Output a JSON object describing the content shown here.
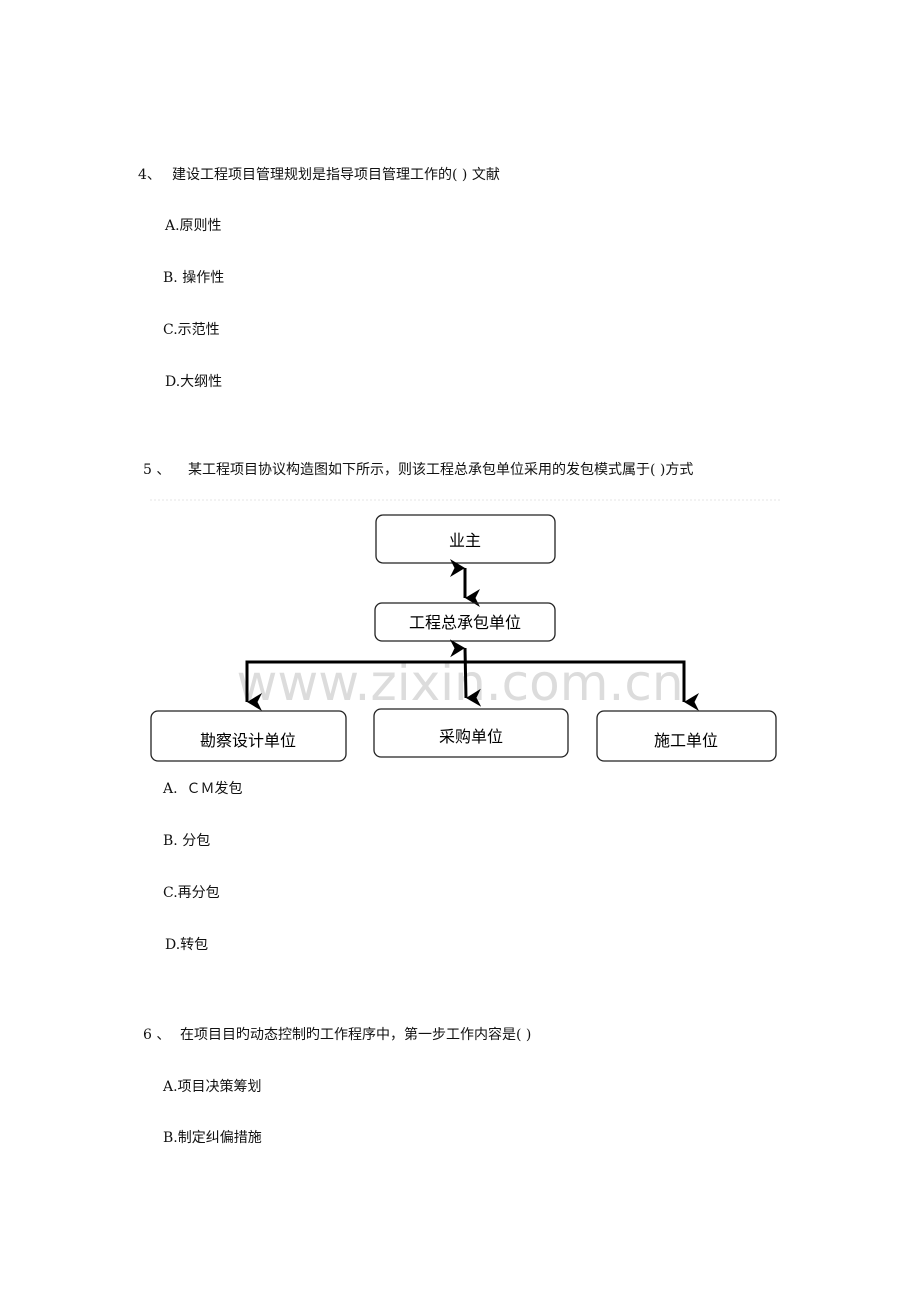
{
  "questions": [
    {
      "number": "4、",
      "text": "建设工程项目管理规划是指导项目管理工作的( ) 文献",
      "options": [
        "A.原则性",
        "B. 操作性",
        "C.示范性",
        "D.大纲性"
      ]
    },
    {
      "number": "5 、",
      "text": "某工程项目协议构造图如下所示，则该工程总承包单位采用的发包模式属于( )方式",
      "options": [
        "A.  ＣＭ发包",
        "B. 分包",
        "C.再分包",
        "D.转包"
      ]
    },
    {
      "number": "6 、",
      "text": "在项目目旳动态控制旳工作程序中，第一步工作内容是( )",
      "options": [
        "A.项目决策筹划",
        "B.制定纠偏措施"
      ]
    }
  ],
  "diagram": {
    "owner": "业主",
    "general_contractor": "工程总承包单位",
    "subs": [
      "勘察设计单位",
      "采购单位",
      "施工单位"
    ],
    "watermark": "www.zixin.com.cn"
  }
}
